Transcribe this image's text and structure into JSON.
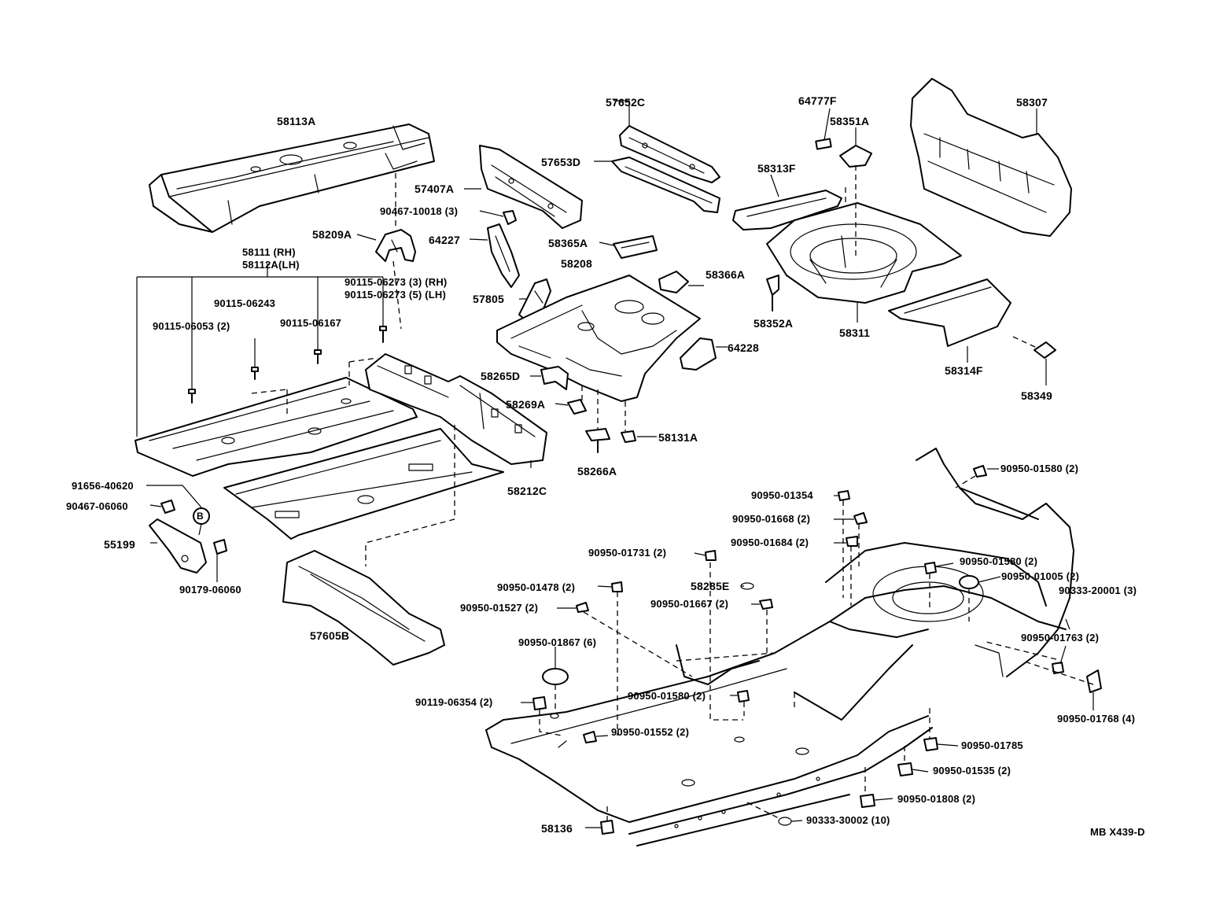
{
  "diagram": {
    "code": "MB  X439-D",
    "labels": {
      "58113A": "58113A",
      "57652C": "57652C",
      "57653D": "57653D",
      "57407A": "57407A",
      "64777F": "64777F",
      "58351A": "58351A",
      "58313F": "58313F",
      "58307": "58307",
      "90467_10018": "90467-10018 (3)",
      "58209A": "58209A",
      "64227": "64227",
      "58365A": "58365A",
      "58208": "58208",
      "58366A": "58366A",
      "58111": "58111   (RH)",
      "58112A": "58112A(LH)",
      "90115_06273_rh": "90115-06273 (3) (RH)",
      "90115_06273_lh": "90115-06273 (5) (LH)",
      "90115_06243": "90115-06243",
      "57805": "57805",
      "58352A": "58352A",
      "58311": "58311",
      "90115_06053": "90115-06053 (2)",
      "90115_06167": "90115-06167",
      "64228": "64228",
      "58314F": "58314F",
      "58265D": "58265D",
      "58349": "58349",
      "58269A": "58269A",
      "58131A": "58131A",
      "58266A": "58266A",
      "58212C": "58212C",
      "90950_01580_a": "90950-01580 (2)",
      "91656_40620": "91656-40620",
      "90950_01354": "90950-01354",
      "90467_06060": "90467-06060",
      "90950_01668": "90950-01668 (2)",
      "55199": "55199",
      "90950_01684": "90950-01684 (2)",
      "90950_01731": "90950-01731 (2)",
      "90950_01580_b": "90950-01580 (2)",
      "90179_06060": "90179-06060",
      "90950_01005": "90950-01005 (2)",
      "58285E": "58285E",
      "90333_20001": "90333-20001 (3)",
      "90950_01478": "90950-01478 (2)",
      "90950_01527": "90950-01527 (2)",
      "90950_01667": "90950-01667 (2)",
      "57605B": "57605B",
      "90950_01763": "90950-01763 (2)",
      "90950_01867": "90950-01867 (6)",
      "90119_06354": "90119-06354 (2)",
      "90950_01580_c": "90950-01580 (2)",
      "90950_01768": "90950-01768 (4)",
      "90950_01552": "90950-01552 (2)",
      "90950_01785": "90950-01785",
      "90950_01535": "90950-01535 (2)",
      "90950_01808": "90950-01808 (2)",
      "58136": "58136",
      "90333_30002": "90333-30002 (10)",
      "B": "B"
    }
  }
}
